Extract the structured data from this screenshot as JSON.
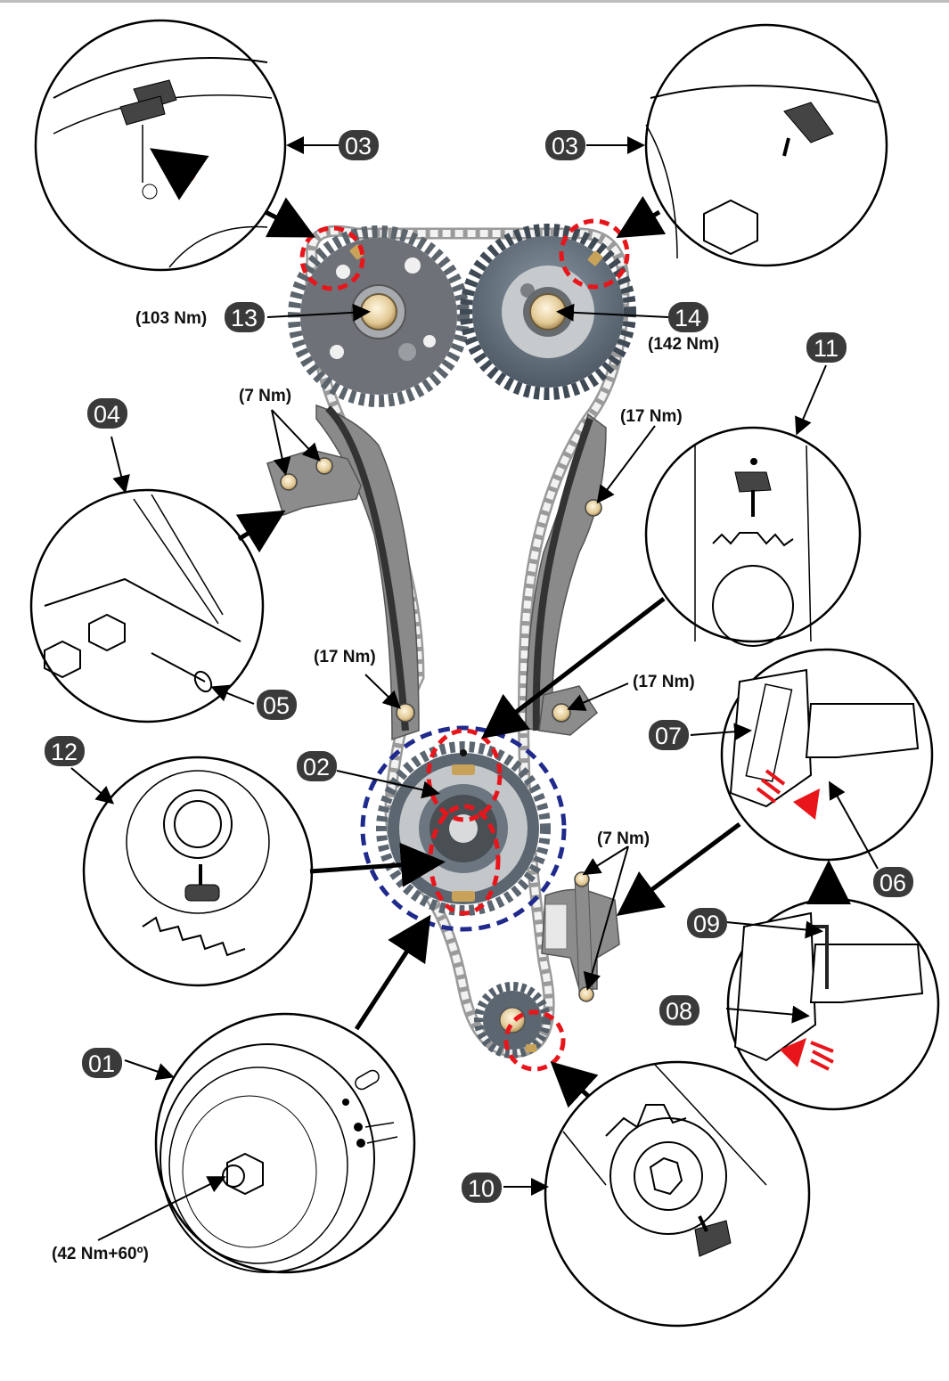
{
  "diagram": {
    "subject": "Timing chain assembly with torque specifications",
    "callouts": [
      {
        "id": "01",
        "label": "01"
      },
      {
        "id": "02",
        "label": "02"
      },
      {
        "id": "03a",
        "label": "03"
      },
      {
        "id": "03b",
        "label": "03"
      },
      {
        "id": "04",
        "label": "04"
      },
      {
        "id": "05",
        "label": "05"
      },
      {
        "id": "06",
        "label": "06"
      },
      {
        "id": "07",
        "label": "07"
      },
      {
        "id": "08",
        "label": "08"
      },
      {
        "id": "09",
        "label": "09"
      },
      {
        "id": "10",
        "label": "10"
      },
      {
        "id": "11",
        "label": "11"
      },
      {
        "id": "12",
        "label": "12"
      },
      {
        "id": "13",
        "label": "13"
      },
      {
        "id": "14",
        "label": "14"
      }
    ],
    "torque_labels": {
      "intake_cam_bolt": "(103 Nm)",
      "exhaust_cam_bolt": "(142 Nm)",
      "upper_tensioner_bolts": "(7 Nm)",
      "right_guide_upper": "(17 Nm)",
      "left_guide_lower": "(17 Nm)",
      "right_guide_lower": "(17 Nm)",
      "lower_tensioner_bolts": "(7 Nm)",
      "crank_pulley_bolt": "(42 Nm+60º)"
    },
    "colors": {
      "badge": "#3a3a3a",
      "sprocket_gray": "#6e747a",
      "sprocket_dark": "#5b6670",
      "bolt_brass": "#e6d3a8",
      "guide_gray": "#8c8c8c",
      "marker_red": "#e8151b",
      "marker_blue": "#1f2a8c",
      "link_gold": "#c9a25a"
    }
  }
}
